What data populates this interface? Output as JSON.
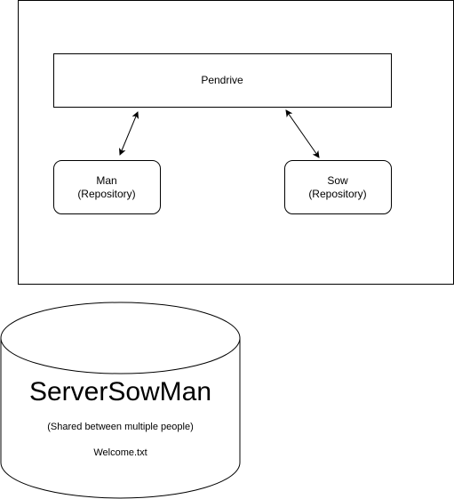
{
  "pendrive": {
    "label": "Pendrive"
  },
  "repositories": [
    {
      "name": "Man",
      "type": "(Repository)"
    },
    {
      "name": "Sow",
      "type": "(Repository)"
    }
  ],
  "server": {
    "title": "ServerSowMan",
    "subtitle": "(Shared between multiple people)",
    "file": "Welcome.txt"
  }
}
